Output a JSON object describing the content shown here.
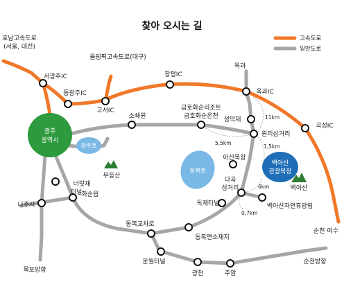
{
  "title": "찾아 오시는 길",
  "legend": {
    "highway": {
      "label": "고속도로",
      "color": "#f07828"
    },
    "road": {
      "label": "일반도로",
      "color": "#a6a6a6"
    }
  },
  "destination": {
    "label_line1": "백아산",
    "label_line2": "관광목장",
    "color": "#1f6fb8"
  },
  "city": {
    "label_line1": "광주",
    "label_line2": "광역시",
    "color": "#2e9a3e"
  },
  "lakes": {
    "gwangju": "광주호",
    "dongbok": "동복호",
    "color": "#7ab8e6"
  },
  "mountains": {
    "mudeung": "무등산",
    "baegasan": "백아산",
    "color": "#2e7d32"
  },
  "highways": {
    "honam_line1": "호남고속도로",
    "honam_line2": "(서울, 대전)",
    "olympic": "올림픽고속도로(대구)",
    "suncheon_yeosu": "순천 여수"
  },
  "interchanges": {
    "seogwangju": "서광주IC",
    "donggwangju": "동광주IC",
    "goseo": "고서IC",
    "changpyeong": "창평IC",
    "okgwa": "옥과IC",
    "gokseong": "곡성IC"
  },
  "places": {
    "okgwa": "옥과",
    "soswaewon": "소쇄원",
    "resort_line1": "금호화순리조트",
    "resort_line2": "금호화순온천",
    "seongdeokjae": "성덕재",
    "wonri": "원리삼거리",
    "ahsan_farm": "아산목장",
    "daguk_line1": "다곡",
    "daguk_line2": "삼거리",
    "dokjae_tunnel": "독재터널",
    "baegasan_forest": "백아산자연휴양림",
    "neorijae_line1": "너릿재",
    "neorijae_line2": "터널",
    "hwasun": "화순읍",
    "naju": "나주시",
    "mokpo": "목포방향",
    "dongbok_junction": "동복교차로",
    "dongbok_office": "동복면소재지",
    "unwol_tunnel": "운월터널",
    "gwangcheon": "광천",
    "juam": "주암",
    "suncheon_dir": "순천방향"
  },
  "distances": {
    "d11km": "11km",
    "d5_5km": "5,5km",
    "d1_5km": "1,5km",
    "d6km": "6km",
    "d0_7km": "0,7km"
  }
}
